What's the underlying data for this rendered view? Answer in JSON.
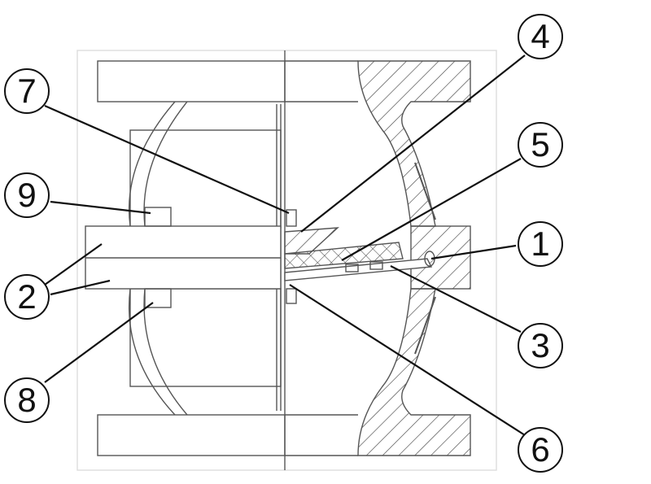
{
  "diagram": {
    "type": "valve cross-section",
    "colors": {
      "line": "#111111",
      "part_line": "#555555",
      "frame": "#dddddd",
      "background": "#ffffff"
    },
    "callouts": [
      {
        "id": "c4",
        "label": "4"
      },
      {
        "id": "c7",
        "label": "7"
      },
      {
        "id": "c5",
        "label": "5"
      },
      {
        "id": "c9",
        "label": "9"
      },
      {
        "id": "c1",
        "label": "1"
      },
      {
        "id": "c2",
        "label": "2"
      },
      {
        "id": "c3",
        "label": "3"
      },
      {
        "id": "c8",
        "label": "8"
      },
      {
        "id": "c6",
        "label": "6"
      }
    ]
  }
}
